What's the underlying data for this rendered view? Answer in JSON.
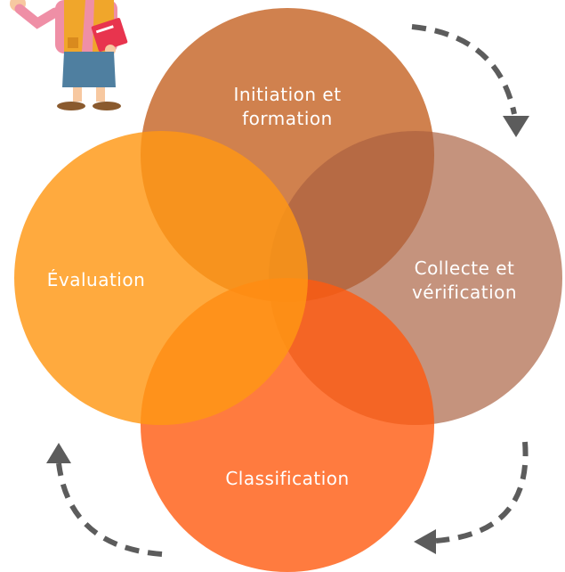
{
  "diagram": {
    "stages": [
      {
        "id": "initiation",
        "lines": [
          "Initiation et",
          "formation"
        ],
        "color": "#c35e1c"
      },
      {
        "id": "collecte",
        "lines": [
          "Collecte et",
          "vérification"
        ],
        "color": "#a9603f"
      },
      {
        "id": "classification",
        "lines": [
          "Classification"
        ],
        "color": "#ff5a0f"
      },
      {
        "id": "evaluation",
        "lines": [
          "Évaluation"
        ],
        "color": "#ff9713"
      }
    ],
    "arrow_color": "#5c5c5c",
    "illustration": "teacher-character-holding-book"
  }
}
